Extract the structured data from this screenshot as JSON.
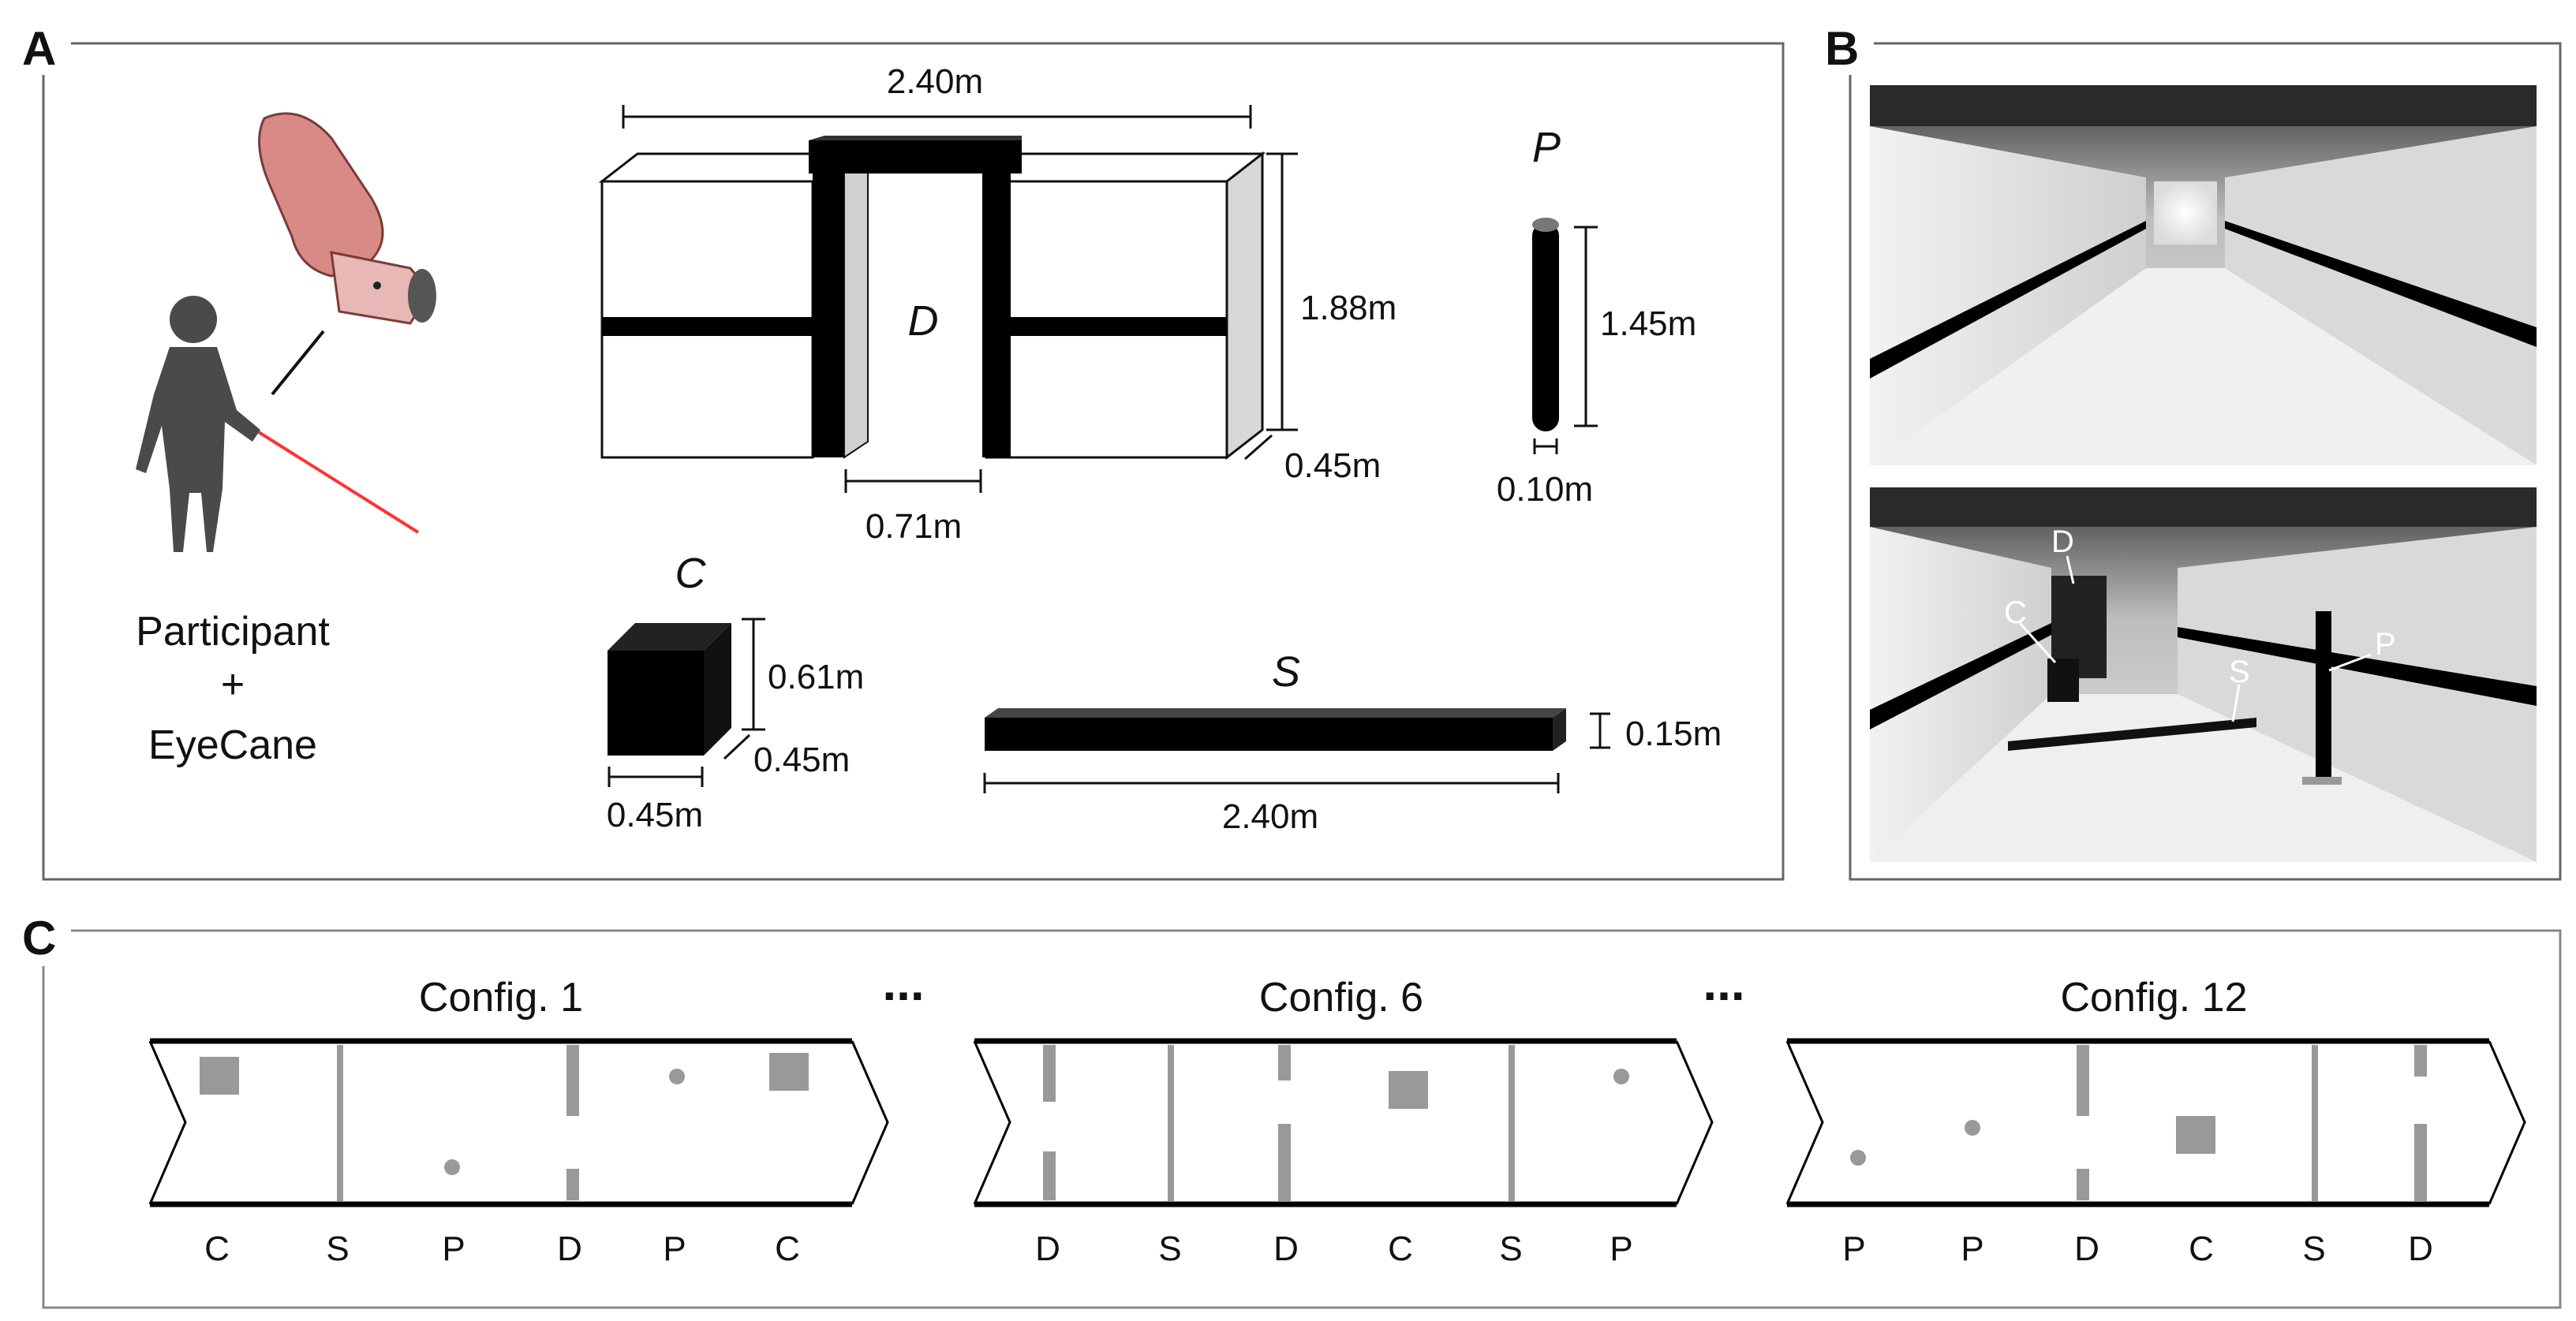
{
  "panels": {
    "a": "A",
    "b": "B",
    "c": "C"
  },
  "participant": {
    "line1": "Participant",
    "line2": "+",
    "line3": "EyeCane"
  },
  "door": {
    "label": "D",
    "width_label": "2.40m",
    "height_label": "1.88m",
    "depth_label": "0.45m",
    "opening_label": "0.71m"
  },
  "pole": {
    "label": "P",
    "height_label": "1.45m",
    "diameter_label": "0.10m"
  },
  "cube": {
    "label": "C",
    "height_label": "0.61m",
    "depth_label": "0.45m",
    "width_label": "0.45m"
  },
  "step": {
    "label": "S",
    "height_label": "0.15m",
    "length_label": "2.40m"
  },
  "photo": {
    "d": "D",
    "c": "C",
    "s": "S",
    "p": "P"
  },
  "ellipsis": "...",
  "configs": [
    {
      "title": "Config. 1",
      "sequence": [
        "C",
        "S",
        "P",
        "D",
        "P",
        "C"
      ]
    },
    {
      "title": "Config. 6",
      "sequence": [
        "D",
        "S",
        "D",
        "C",
        "S",
        "P"
      ]
    },
    {
      "title": "Config. 12",
      "sequence": [
        "P",
        "P",
        "D",
        "C",
        "S",
        "D"
      ]
    }
  ],
  "colors": {
    "obstacle": "#000000",
    "config_marker": "#999999",
    "frame": "#888888"
  }
}
